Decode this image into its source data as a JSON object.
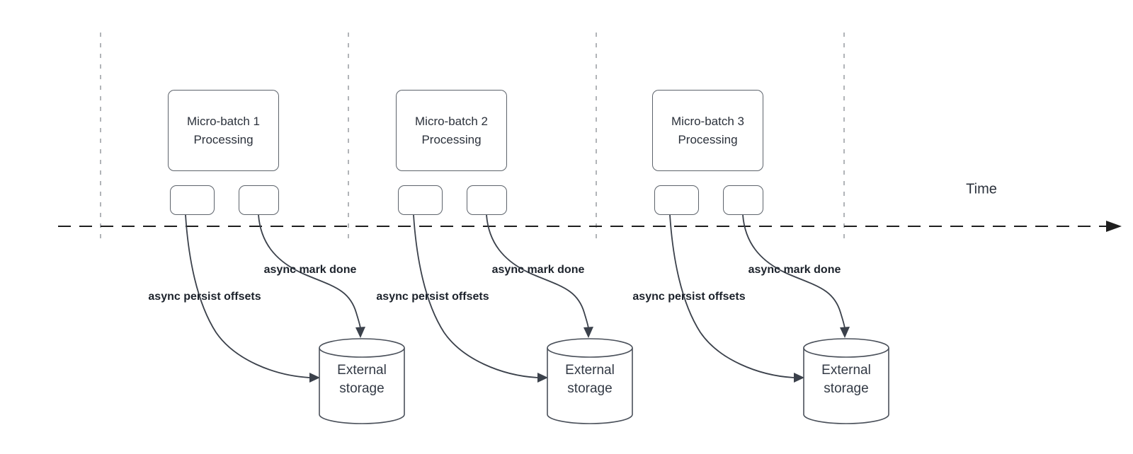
{
  "timeline": {
    "label": "Time"
  },
  "sections": [
    {
      "box_line1": "Micro-batch 1",
      "box_line2": "Processing",
      "persist_label": "async persist offsets",
      "mark_done_label": "async mark done",
      "storage_line1": "External",
      "storage_line2": "storage"
    },
    {
      "box_line1": "Micro-batch 2",
      "box_line2": "Processing",
      "persist_label": "async persist offsets",
      "mark_done_label": "async mark done",
      "storage_line1": "External",
      "storage_line2": "storage"
    },
    {
      "box_line1": "Micro-batch 3",
      "box_line2": "Processing",
      "persist_label": "async persist offsets",
      "mark_done_label": "async mark done",
      "storage_line1": "External",
      "storage_line2": "storage"
    }
  ],
  "colors": {
    "curve": "#3b414b",
    "box_border": "#5d636b",
    "guide_dash": "#b1b4b8",
    "timeline": "#1e1e1e",
    "label_text": "#1c222b",
    "body_text": "#2b313b"
  }
}
